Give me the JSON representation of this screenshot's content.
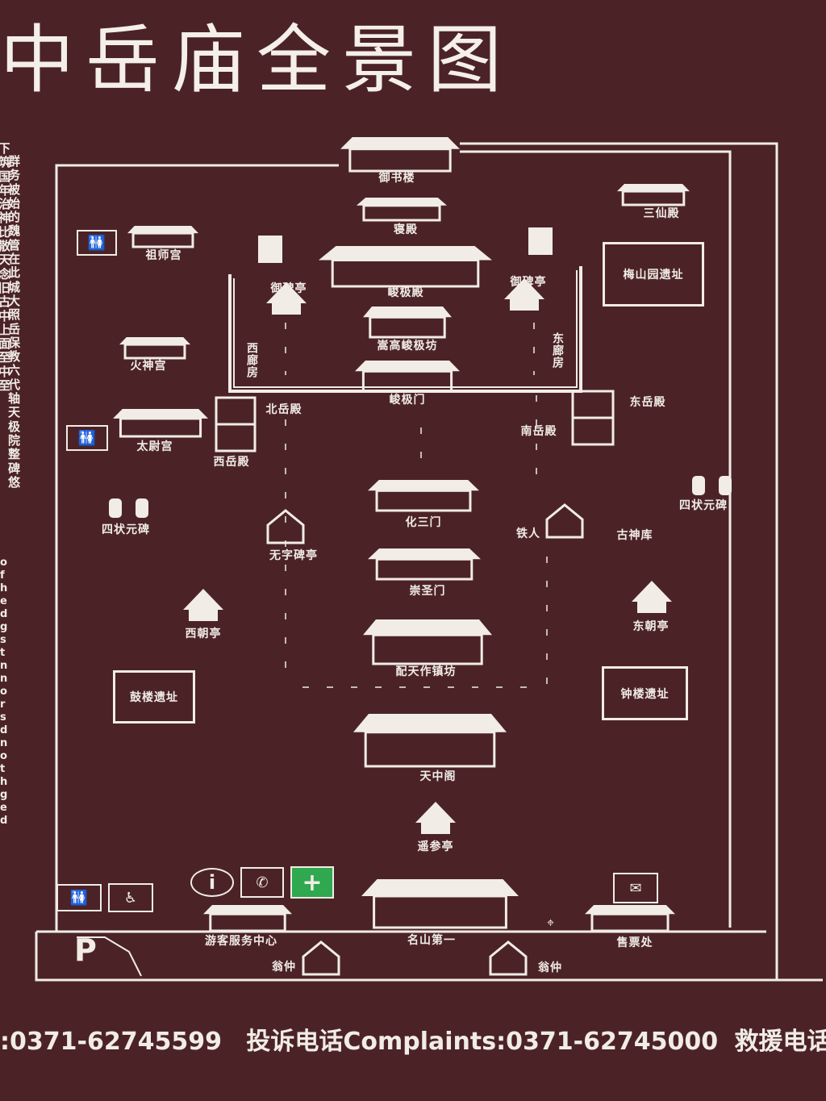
{
  "title": "中岳庙全景图",
  "side_text": {
    "col1": "下，筑国年治神比散天念旧 古中上面至中至",
    "col2": "群务被始的魏管在此城大照岳保教六代轴天极院整碑悠",
    "english_fragments": "of he d g st n n or s d n o t h g e d"
  },
  "labels": {
    "yushulou": "御书楼",
    "qindian": "寝殿",
    "sanxiandian": "三仙殿",
    "zushigong": "祖师宫",
    "meishanyuan": "梅山园遗址",
    "junjidian": "峻极殿",
    "yubeiting_w": "御碑亭",
    "yubeiting_e": "御碑亭",
    "songgaojunjifang": "嵩高峻极坊",
    "xilangfang": "西廊房",
    "donglangfang": "东廊房",
    "huoshengong": "火神宫",
    "junjimen": "峻极门",
    "beiyuedian": "北岳殿",
    "dongyuedian": "东岳殿",
    "nanyuedian": "南岳殿",
    "xiyuedian": "西岳殿",
    "taiweigong": "太尉宫",
    "huasanmen": "化三门",
    "zhuangyuanbei_w": "四状元碑",
    "zhuangyuanbei_e": "四状元碑",
    "wuzibeiting": "无字碑亭",
    "tieren": "铁人",
    "gushenku": "古神库",
    "chongshengmen": "崇圣门",
    "xichaoting": "西朝亭",
    "dongchaoting": "东朝亭",
    "peitianzuozhenfang": "配天作镇坊",
    "gulou": "鼓楼遗址",
    "zhonglou": "钟楼遗址",
    "tianzhongge": "天中阁",
    "yaocanting": "遥参亭",
    "youkefuwu": "游客服务中心",
    "mingshandiyi": "名山第一",
    "shoupiaochu": "售票处",
    "wengzhong_w": "翁仲",
    "wengzhong_e": "翁仲"
  },
  "icons": {
    "parking": "P",
    "info": "i",
    "phone": "phone-icon",
    "first_aid": "first-aid-icon",
    "toilet": "toilet-icon",
    "accessible_toilet": "accessible-toilet-icon",
    "ticket": "ticket-icon",
    "location_pin": "location-pin-icon"
  },
  "footer": {
    "consult_phone": ":0371-62745599",
    "complaints_label": "投诉电话Complaints:",
    "complaints_phone": "0371-62745000",
    "rescue_label": "救援电话"
  },
  "colors": {
    "background": "#4b2326",
    "foreground": "#f1ece6",
    "first_aid": "#2fa84f"
  }
}
